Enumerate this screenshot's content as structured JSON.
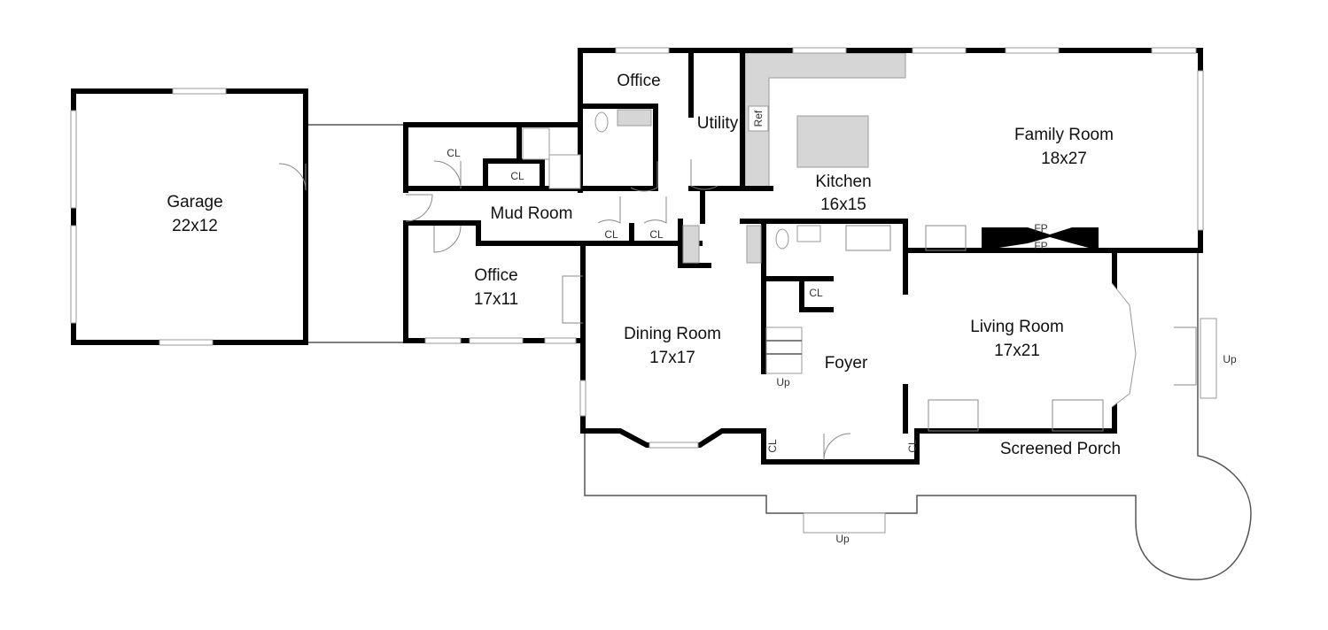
{
  "rooms": {
    "garage": {
      "name": "Garage",
      "size": "22x12"
    },
    "mud_room": {
      "name": "Mud Room"
    },
    "office_lower": {
      "name": "Office",
      "size": "17x11"
    },
    "office_upper": {
      "name": "Office"
    },
    "utility": {
      "name": "Utility"
    },
    "kitchen": {
      "name": "Kitchen",
      "size": "16x15"
    },
    "family_room": {
      "name": "Family Room",
      "size": "18x27"
    },
    "dining_room": {
      "name": "Dining Room",
      "size": "17x17"
    },
    "foyer": {
      "name": "Foyer"
    },
    "living_room": {
      "name": "Living Room",
      "size": "17x21"
    },
    "screened_porch": {
      "name": "Screened Porch"
    }
  },
  "small_labels": {
    "closet": "CL",
    "up": "Up",
    "ref": "Ref",
    "fireplace": "FP"
  }
}
